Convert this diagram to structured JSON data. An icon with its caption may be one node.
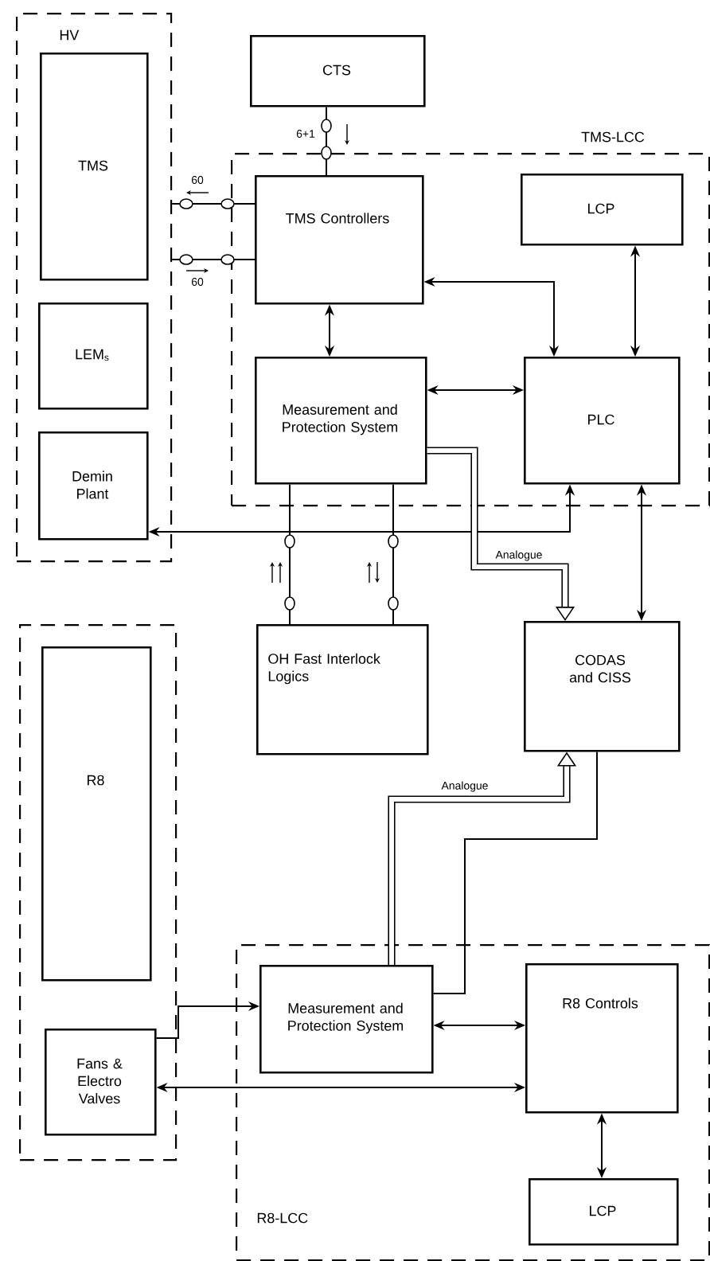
{
  "diagram": {
    "nodes": [
      {
        "text": [
          "HV"
        ]
      },
      {
        "text": [
          "TMS"
        ],
        "in": 0
      },
      {
        "text": [
          "LEM$_{s}$"
        ],
        "in": 0
      },
      {
        "text": [
          "Demin Plant"
        ],
        "in": 0
      },
      {
        "text": [
          "CTS"
        ]
      },
      {
        "text": [
          "TMS-LCC"
        ]
      },
      {
        "text": [
          "TMS Controllers"
        ],
        "in": 5
      },
      {
        "text": [
          "LCP"
        ],
        "in": 5
      },
      {
        "text": [
          "Measurement and Protection System"
        ],
        "in": 5
      },
      {
        "text": [
          "PLC"
        ],
        "in": 5
      },
      {
        "text": [
          "OH Fast Interlock Logics"
        ]
      },
      {
        "text": [
          "CODAS and CISS"
        ]
      },
      {
        "text": [],
        "shape": "box"
      },
      {
        "text": [
          "R8"
        ],
        "in": 12
      },
      {
        "text": [
          "Fans & Electro Valves"
        ],
        "in": 12
      },
      {
        "text": [
          "R8-LCC"
        ]
      },
      {
        "text": [
          "Measurement and Protection System"
        ],
        "in": 15
      },
      {
        "text": [
          "R8 Controls"
        ],
        "in": 15
      },
      {
        "text": [
          "LCP"
        ],
        "in": 15
      }
    ],
    "edges": [
      {
        "from": 4,
        "to": 6,
        "arrow": "none",
        "label": "6+1"
      },
      {
        "from": 0,
        "to": 6,
        "arrow": "none",
        "label": "60"
      },
      {
        "from": 0,
        "to": 6,
        "arrow": "none",
        "label": "60"
      },
      {
        "from": 6,
        "to": 9,
        "arrow": "both"
      },
      {
        "from": 7,
        "to": 9,
        "arrow": "both"
      },
      {
        "from": 6,
        "to": 8,
        "arrow": "both"
      },
      {
        "from": 8,
        "to": 9,
        "arrow": "both"
      },
      {
        "from": 9,
        "to": 3,
        "arrow": "both"
      },
      {
        "from": 8,
        "to": 10,
        "arrow": "none"
      },
      {
        "from": 8,
        "to": 10,
        "arrow": "none"
      },
      {
        "from": 8,
        "to": 11,
        "arrow": "to",
        "label": "Analogue",
        "style": "thick"
      },
      {
        "from": 9,
        "to": 11,
        "arrow": "both"
      },
      {
        "from": 16,
        "to": 11,
        "arrow": "to",
        "label": "Analogue",
        "style": "thick"
      },
      {
        "from": 11,
        "to": 16,
        "arrow": "none"
      },
      {
        "from": 14,
        "to": 16,
        "arrow": "to"
      },
      {
        "from": 16,
        "to": 17,
        "arrow": "both"
      },
      {
        "from": 14,
        "to": 17,
        "arrow": "both"
      },
      {
        "from": 17,
        "to": 18,
        "arrow": "both"
      }
    ]
  }
}
